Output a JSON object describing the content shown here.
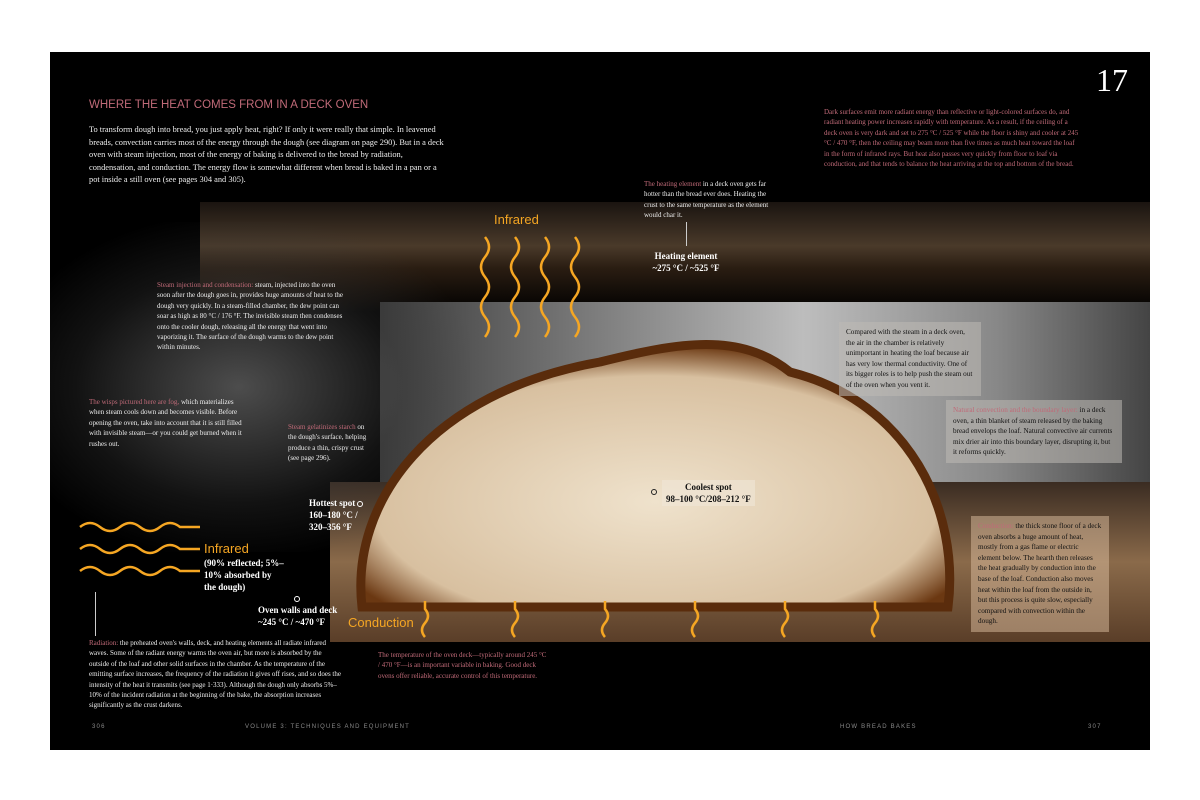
{
  "chapter_number": "17",
  "title": "WHERE THE HEAT COMES FROM IN A DECK OVEN",
  "intro": "To transform dough into bread, you just apply heat, right? If only it were really that simple. In leavened breads, convection carries most of the energy through the dough (see diagram on page 290). But in a deck oven with steam injection, most of the energy of baking is delivered to the bread by radiation, condensation, and conduction. The energy flow is somewhat different when bread is baked in a pan or a pot inside a still oven (see pages 304 and 305).",
  "dark_surfaces": "Dark surfaces emit more radiant energy than reflective or light-colored surfaces do, and radiant heating power increases rapidly with temperature. As a result, if the ceiling of a deck oven is very dark and set to 275 °C / 525 °F while the floor is shiny and cooler at 245 °C / 470 °F, then the ceiling may beam more than five times as much heat toward the loaf in the form of infrared rays. But heat also passes very quickly from floor to loaf via conduction, and that tends to balance the heat arriving at the top and bottom of the bread.",
  "heating_element": {
    "lead": "The heating element",
    "text": " in a deck oven gets far hotter than the bread ever does. Heating the crust to the same temperature as the element would char it.",
    "label": "Heating element",
    "value": "~275 °C / ~525 °F"
  },
  "steam": {
    "lead": "Steam injection and condensation:",
    "text": " steam, injected into the oven soon after the dough goes in, provides huge amounts of heat to the dough very quickly. In a steam-filled chamber, the dew point can soar as high as 80 °C / 176 °F. The invisible steam then condenses onto the cooler dough, releasing all the energy that went into vaporizing it. The surface of the dough warms to the dew point within minutes."
  },
  "fog": {
    "lead": "The wisps pictured here are fog,",
    "text": " which materializes when steam cools down and becomes visible. Before opening the oven, take into account that it is still filled with invisible steam—or you could get burned when it rushes out."
  },
  "gelatinize": {
    "lead": "Steam gelatinizes starch",
    "text": " on the dough's surface, helping produce a thin, crispy crust (see page 296)."
  },
  "air": "Compared with the steam in a deck oven, the air in the chamber is relatively unimportant in heating the loaf because air has very low thermal conductivity. One of its bigger roles is to help push the steam out of the oven when you vent it.",
  "boundary": {
    "lead": "Natural convection and the boundary layer:",
    "text": " in a deck oven, a thin blanket of steam released by the baking bread envelops the loaf. Natural convective air currents mix drier air into this boundary layer, disrupting it, but it reforms quickly."
  },
  "conduction_box": {
    "lead": "Conduction:",
    "text": " the thick stone floor of a deck oven absorbs a huge amount of heat, mostly from a gas flame or electric element below. The hearth then releases the heat gradually by conduction into the base of the loaf. Conduction also moves heat within the loaf from the outside in, but this process is quite slow, especially compared with convection within the dough."
  },
  "infrared_top": "Infrared",
  "infrared_side": {
    "label": "Infrared",
    "note": "(90% reflected; 5%–10% absorbed by the dough)"
  },
  "hottest": {
    "label": "Hottest spot",
    "value1": "160–180 °C /",
    "value2": "320–356 °F"
  },
  "coolest": {
    "label": "Coolest spot",
    "value": "98–100 °C/208–212 °F"
  },
  "walls": {
    "label": "Oven walls and deck",
    "value": "~245 °C / ~470 °F"
  },
  "conduction_label": "Conduction",
  "radiation": {
    "lead": "Radiation:",
    "text": " the preheated oven's walls, deck, and heating elements all radiate infrared waves. Some of the radiant energy warms the oven air, but more is absorbed by the outside of the loaf and other solid surfaces in the chamber. As the temperature of the emitting surface increases, the frequency of the radiation it gives off rises, and so does the intensity of the heat it transmits (see page 1·333). Although the dough only absorbs 5%–10% of the incident radiation at the beginning of the bake, the absorption increases significantly as the crust darkens."
  },
  "deck_temp": "The temperature of the oven deck—typically around 245 °C / 470 °F—is an important variable in baking. Good deck ovens offer reliable, accurate control of this temperature.",
  "footer": {
    "left_page": "306",
    "left_title": "VOLUME 3: TECHNIQUES AND EQUIPMENT",
    "right_title": "HOW BREAD BAKES",
    "right_page": "307"
  },
  "colors": {
    "accent": "#c06a78",
    "arrow": "#f5a623"
  }
}
